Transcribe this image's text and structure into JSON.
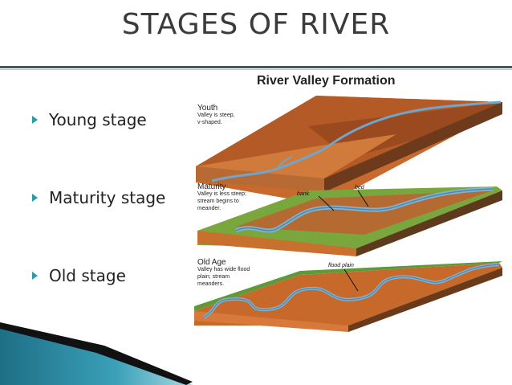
{
  "slide": {
    "title": "STAGES OF RIVER",
    "bullets": [
      "Young stage",
      "Maturity stage",
      "Old stage"
    ]
  },
  "figure": {
    "title": "River Valley Formation",
    "stages": [
      {
        "heading": "Youth",
        "lines": [
          "Valley is steep,",
          "v-shaped."
        ]
      },
      {
        "heading": "Maturity",
        "lines": [
          "Valley is less steep;",
          "stream begins to",
          "meander."
        ]
      },
      {
        "heading": "Old Age",
        "lines": [
          "Valley has wide flood",
          "plain; stream",
          "meanders."
        ]
      }
    ],
    "callouts": {
      "bank": "bank",
      "bed": "bed",
      "flood_plain": "flood plain"
    }
  },
  "colors": {
    "accent": "#2d9aa8",
    "title": "#3b3b3b",
    "rule": "#4a5560"
  }
}
